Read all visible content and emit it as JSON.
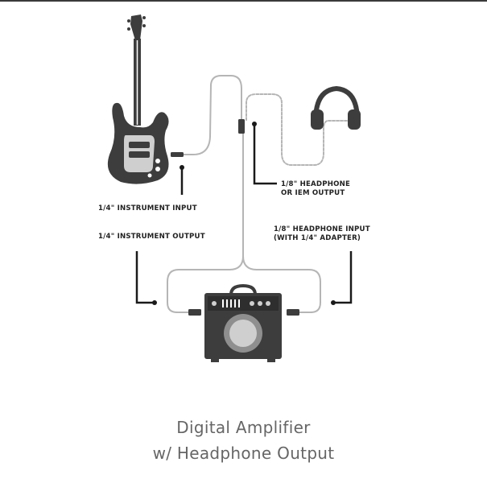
{
  "labels": {
    "instrument_input": "1/4\" INSTRUMENT INPUT",
    "instrument_output": "1/4\" INSTRUMENT OUTPUT",
    "headphone_output_line1": "1/8\" HEADPHONE",
    "headphone_output_line2": "OR IEM OUTPUT",
    "headphone_input_line1": "1/8\" HEADPHONE INPUT",
    "headphone_input_line2": "(WITH 1/4\" ADAPTER)"
  },
  "caption": {
    "line1": "Digital Amplifier",
    "line2": "w/ Headphone Output"
  },
  "colors": {
    "device": "#3d3d3d",
    "cable": "#b5b5b5",
    "callout": "#1a1a1a"
  }
}
